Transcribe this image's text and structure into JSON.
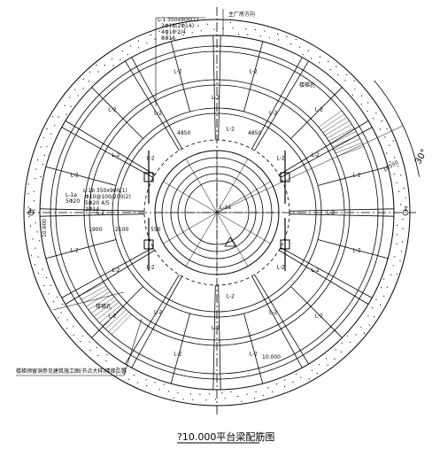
{
  "drawing": {
    "caption": "?10.000平台梁配筋图",
    "north_label": "主厂房方向",
    "angle_label": "30°",
    "inner_angle_label": "△",
    "dim_right": "10550",
    "dim_inner_left": "4850",
    "dim_inner_right": "4850",
    "dim_bottom": "10.000",
    "dim_row": [
      "1900",
      "2100",
      "550"
    ],
    "left_axis_mark": "1",
    "right_axis_mark": "1",
    "top_callout": [
      "L-1 350x900(1)",
      "2Φ18(2Φ14)",
      "4Φ18 2/4",
      "8Φ16"
    ],
    "mid_callout": [
      "L-1b 350x900(1)",
      "Φ10@100/200(2)",
      "5Φ20 4/5",
      "2Φ14"
    ],
    "left_callout": [
      "L-1a",
      "5Φ20"
    ],
    "left_vertical": "10.000",
    "hatch_label_left": "楼梯孔",
    "hatch_label_right": "楼梯孔",
    "bottom_note": "楼梯预留洞参见建筑施工图(节点大样)楼梯位置",
    "beam_label": "L-2",
    "beam_label_1": "L-1",
    "beam_label_1a": "L-1a"
  }
}
